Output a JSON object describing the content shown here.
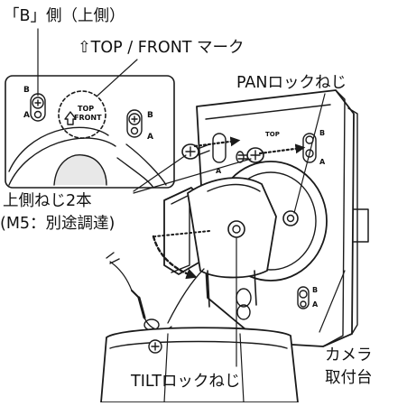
{
  "labels": {
    "b_side": "「B」側（上側）",
    "top_front_mark": "⇧TOP / FRONT マーク",
    "pan_lock_screw": "PANロックねじ",
    "upper_screws_line1": "上側ねじ2本",
    "upper_screws_line2": "(M5：別途調達)",
    "tilt_lock_screw": "TILTロックねじ",
    "camera_mount_line1": "カメラ",
    "camera_mount_line2": "取付台"
  },
  "markings": {
    "b": "B",
    "a": "A",
    "top": "TOP",
    "front": "FRONT"
  }
}
